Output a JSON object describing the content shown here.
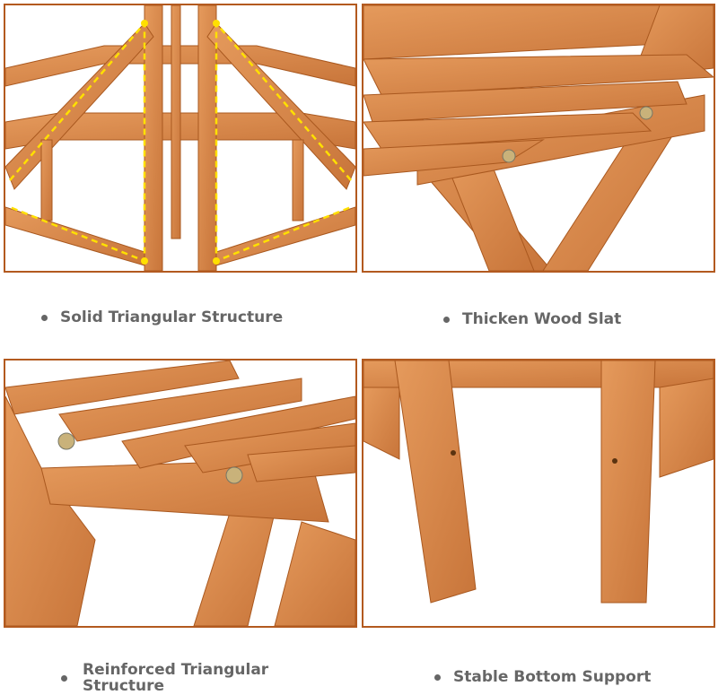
{
  "features": [
    {
      "caption": "Solid Triangular Structure"
    },
    {
      "caption": "Thicken Wood Slat"
    },
    {
      "caption": "Reinforced Triangular Structure",
      "caption_line1": "Reinforced Triangular",
      "caption_line2": "Structure"
    },
    {
      "caption": "Stable Bottom Support"
    }
  ],
  "colors": {
    "border": "#b35a1f",
    "wood": "#d9874a",
    "wood_dark": "#b8652c",
    "highlight": "#ffe000",
    "text": "#666666"
  }
}
